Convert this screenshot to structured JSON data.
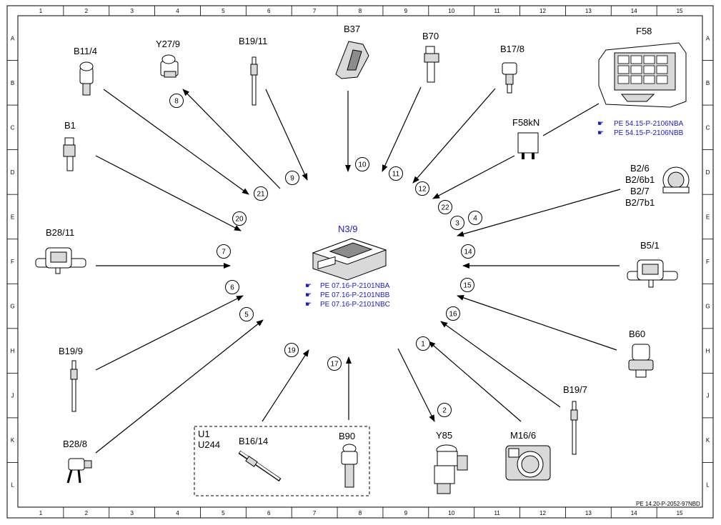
{
  "grid": {
    "columns": [
      "1",
      "2",
      "3",
      "4",
      "5",
      "6",
      "7",
      "8",
      "9",
      "10",
      "11",
      "12",
      "13",
      "14",
      "15"
    ],
    "rows": [
      "A",
      "B",
      "C",
      "D",
      "E",
      "F",
      "G",
      "H",
      "J",
      "K",
      "L"
    ]
  },
  "center": {
    "label": "N3/9",
    "refs": [
      "PE 07.16-P-2101NBA",
      "PE 07.16-P-2101NBB",
      "PE 07.16-P-2101NBC"
    ]
  },
  "components": {
    "b11_4": "B11/4",
    "y27_9": "Y27/9",
    "b19_11": "B19/11",
    "b37": "B37",
    "b70": "B70",
    "b17_8": "B17/8",
    "f58": "F58",
    "f58kn": "F58kN",
    "b1": "B1",
    "b2_group": [
      "B2/6",
      "B2/6b1",
      "B2/7",
      "B2/7b1"
    ],
    "b28_11": "B28/11",
    "b5_1": "B5/1",
    "b60": "B60",
    "b19_9": "B19/9",
    "b19_7": "B19/7",
    "b28_8": "B28/8",
    "u1": "U1",
    "u244": "U244",
    "b16_14": "B16/14",
    "b90": "B90",
    "y85": "Y85",
    "m16_6": "M16/6"
  },
  "f58_refs": [
    "PE 54.15-P-2106NBA",
    "PE 54.15-P-2106NBB"
  ],
  "connectors": [
    "1",
    "2",
    "3",
    "4",
    "5",
    "6",
    "7",
    "8",
    "9",
    "10",
    "11",
    "12",
    "14",
    "15",
    "16",
    "17",
    "19",
    "20",
    "21",
    "22"
  ],
  "drawing_ref": "PE 14.20-P-2052-97NBD",
  "colors": {
    "link_blue": "#1a1acc",
    "line": "#000000"
  }
}
